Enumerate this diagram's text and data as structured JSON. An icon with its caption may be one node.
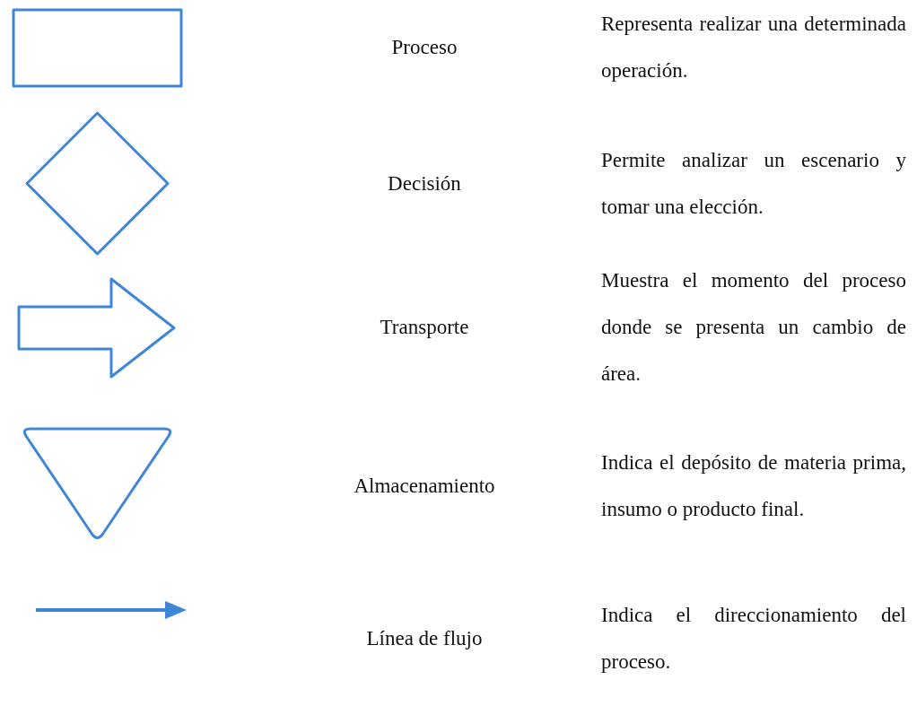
{
  "diagram": {
    "labels": [
      "Proceso",
      "Representa realizar una determinada operación.",
      "Decisión",
      "Permite analizar un escenario y tomar una elección.",
      "Transporte",
      "Muestra el momento del proceso donde se presenta un cambio de área.",
      "Almacenamiento",
      "Indica el depósito de materia prima, insumo o producto final.",
      "Línea de flujo",
      "Indica el direccionamiento del proceso."
    ]
  }
}
